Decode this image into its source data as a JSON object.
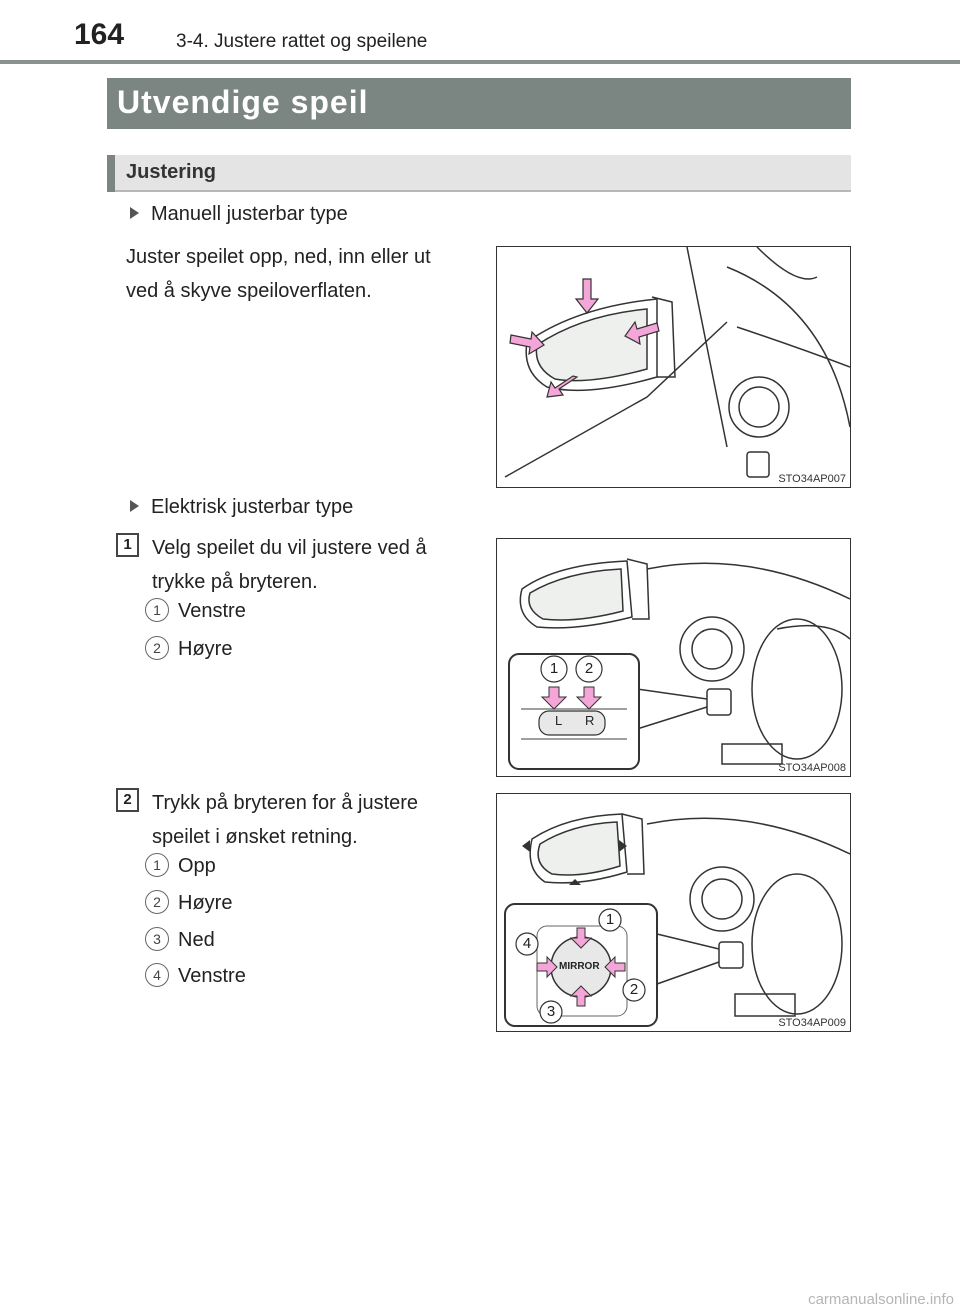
{
  "header": {
    "page_number": "164",
    "chapter": "3-4. Justere rattet og speilene"
  },
  "section": {
    "title": "Utvendige speil"
  },
  "subsection": {
    "title": "Justering"
  },
  "manual": {
    "bullet": "Manuell justerbar type",
    "text_line1": "Juster speilet opp, ned, inn eller ut",
    "text_line2": "ved å skyve speiloverflaten.",
    "figure_id": "STO34AP007"
  },
  "electric": {
    "bullet": "Elektrisk justerbar type",
    "step1": {
      "badge": "1",
      "text_line1": "Velg speilet du vil justere ved å",
      "text_line2": "trykke på bryteren.",
      "items": [
        {
          "num": "1",
          "label": "Venstre"
        },
        {
          "num": "2",
          "label": "Høyre"
        }
      ],
      "figure_id": "STO34AP008",
      "callouts": [
        "1",
        "2"
      ],
      "switch_labels": [
        "L",
        "R"
      ]
    },
    "step2": {
      "badge": "2",
      "text_line1": "Trykk på bryteren for å justere",
      "text_line2": "speilet i ønsket retning.",
      "items": [
        {
          "num": "1",
          "label": "Opp"
        },
        {
          "num": "2",
          "label": "Høyre"
        },
        {
          "num": "3",
          "label": "Ned"
        },
        {
          "num": "4",
          "label": "Venstre"
        }
      ],
      "figure_id": "STO34AP009",
      "callouts": [
        "1",
        "2",
        "3",
        "4"
      ],
      "switch_label": "MIRROR"
    }
  },
  "watermark": "carmanualsonline.info",
  "colors": {
    "banner": "#7b8683",
    "arrow_pink": "#f4a6d8"
  }
}
